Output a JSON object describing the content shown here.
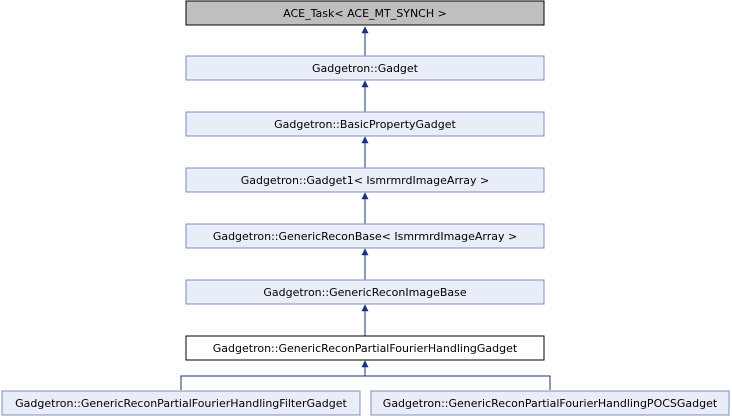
{
  "diagram": {
    "type": "class-inheritance-graph",
    "colors": {
      "root_fill": "#bfbfbf",
      "node_fill": "#e8edf8",
      "node_border": "#7b8fc0",
      "current_fill": "#ffffff",
      "current_border": "#000000",
      "edge": "#1a3471"
    },
    "nodes": [
      {
        "id": "ace_task",
        "label": "ACE_Task< ACE_MT_SYNCH >",
        "style": "root"
      },
      {
        "id": "gadget",
        "label": "Gadgetron::Gadget",
        "style": "link"
      },
      {
        "id": "basic_property_gadget",
        "label": "Gadgetron::BasicPropertyGadget",
        "style": "link"
      },
      {
        "id": "gadget1",
        "label": "Gadgetron::Gadget1< IsmrmrdImageArray >",
        "style": "link"
      },
      {
        "id": "generic_recon_base",
        "label": "Gadgetron::GenericReconBase< IsmrmrdImageArray >",
        "style": "link"
      },
      {
        "id": "generic_recon_image_base",
        "label": "Gadgetron::GenericReconImageBase",
        "style": "link"
      },
      {
        "id": "pf_handling_gadget",
        "label": "Gadgetron::GenericReconPartialFourierHandlingGadget",
        "style": "current"
      },
      {
        "id": "pf_filter_gadget",
        "label": "Gadgetron::GenericReconPartialFourierHandlingFilterGadget",
        "style": "link"
      },
      {
        "id": "pf_pocs_gadget",
        "label": "Gadgetron::GenericReconPartialFourierHandlingPOCSGadget",
        "style": "link"
      }
    ],
    "edges": [
      {
        "from": "gadget",
        "to": "ace_task"
      },
      {
        "from": "basic_property_gadget",
        "to": "gadget"
      },
      {
        "from": "gadget1",
        "to": "basic_property_gadget"
      },
      {
        "from": "generic_recon_base",
        "to": "gadget1"
      },
      {
        "from": "generic_recon_image_base",
        "to": "generic_recon_base"
      },
      {
        "from": "pf_handling_gadget",
        "to": "generic_recon_image_base"
      },
      {
        "from": "pf_filter_gadget",
        "to": "pf_handling_gadget"
      },
      {
        "from": "pf_pocs_gadget",
        "to": "pf_handling_gadget"
      }
    ]
  }
}
